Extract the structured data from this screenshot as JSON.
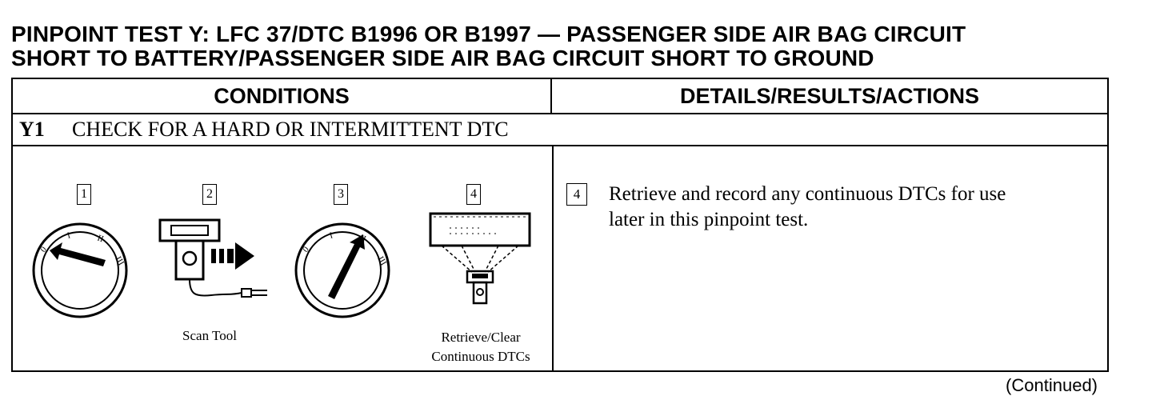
{
  "title": {
    "line1": "PINPOINT TEST Y:  LFC 37/DTC B1996 OR B1997 — PASSENGER SIDE AIR BAG CIRCUIT",
    "line2": "SHORT TO BATTERY/PASSENGER SIDE AIR BAG CIRCUIT SHORT TO GROUND"
  },
  "table": {
    "header_conditions": "CONDITIONS",
    "header_details": "DETAILS/RESULTS/ACTIONS",
    "step_id": "Y1",
    "step_title": "CHECK FOR A HARD OR INTERMITTENT DTC"
  },
  "illustrations": {
    "steps": [
      "1",
      "2",
      "3",
      "4"
    ],
    "caption_scan_tool": "Scan Tool",
    "caption_retrieve_line1": "Retrieve/Clear",
    "caption_retrieve_line2": "Continuous DTCs",
    "dial_marks": [
      "0",
      "I",
      "II",
      "III"
    ]
  },
  "details": {
    "step_number": "4",
    "text_line1": "Retrieve and record any continuous DTCs for use",
    "text_line2": "later in this pinpoint test."
  },
  "footer": {
    "continued": "(Continued)"
  }
}
